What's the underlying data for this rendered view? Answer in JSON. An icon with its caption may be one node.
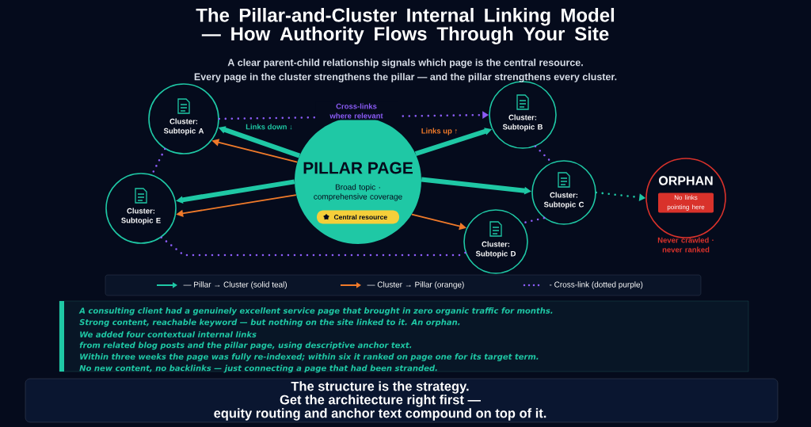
{
  "diagram": {
    "title": "The Pillar-and-Cluster Internal Linking Model — How Authority Flows Through Your Site",
    "nodes": [
      {
        "text": [
          "Cluster: Subtopic A"
        ]
      },
      {
        "text": [
          "Cluster: Subtopic B"
        ]
      },
      {
        "text": [
          "PILLAR PAGE",
          "Broad topic · comprehensive coverage"
        ]
      },
      {
        "text": [
          "Central resource"
        ],
        "in": 2
      },
      {
        "text": [
          "Cluster: Subtopic E"
        ]
      },
      {
        "text": [
          "Cluster: Subtopic C"
        ]
      },
      {
        "text": [
          "ORPHAN"
        ],
        "beside": [
          "Never crawled · never ranked"
        ]
      },
      {
        "text": [
          "No links pointing here"
        ],
        "in": 6
      },
      {
        "text": [
          "Cluster: Subtopic D"
        ]
      }
    ],
    "edges": [
      {
        "from": 2,
        "to": 0,
        "arrow": "to",
        "style": "thick"
      },
      {
        "from": 2,
        "to": 0,
        "arrow": "to",
        "color": "#f07a2a"
      },
      {
        "from": 2,
        "to": 1,
        "arrow": "to",
        "style": "thick"
      },
      {
        "from": 2,
        "to": 5,
        "arrow": "to",
        "style": "thick"
      },
      {
        "from": 2,
        "to": 4,
        "arrow": "to",
        "style": "thick"
      },
      {
        "from": 2,
        "to": 4,
        "arrow": "to",
        "color": "#f07a2a"
      },
      {
        "from": 2,
        "to": 8,
        "arrow": "to",
        "color": "#f07a2a"
      },
      {
        "from": 0,
        "to": 1,
        "arrow": "to",
        "style": "dashed",
        "color": "#8b5cf6",
        "label": "Cross-links where relevant"
      },
      {
        "from": 0,
        "to": 4,
        "arrow": "none",
        "style": "dashed",
        "color": "#8b5cf6"
      },
      {
        "from": 1,
        "to": 5,
        "arrow": "none",
        "style": "dashed",
        "color": "#8b5cf6"
      },
      {
        "from": 5,
        "to": 8,
        "arrow": "none",
        "style": "dashed",
        "color": "#8b5cf6"
      },
      {
        "from": 4,
        "to": 8,
        "arrow": "none",
        "style": "dashed",
        "color": "#8b5cf6"
      },
      {
        "from": 5,
        "to": 6,
        "arrow": "to",
        "style": "dashed"
      }
    ],
    "labels": [
      "A clear parent-child relationship signals which page is the central resource.",
      "Every page in the cluster strengthens the pillar — and the pillar strengthens every cluster.",
      "Links down ↓",
      "Links up ↑",
      "A consulting client had a genuinely excellent service page that brought in zero organic traffic for months.",
      "Strong content, reachable keyword — but nothing on the site linked to it. An orphan.",
      "We added four contextual internal links",
      "from related blog posts and the pillar page, using descriptive anchor text.",
      "Within three weeks the page was fully re-indexed; within six it ranked on page one for its target term.",
      "No new content, no backlinks — just connecting a page that had been stranded.",
      "The structure is the strategy.",
      "Get the architecture right first —",
      "equity routing and anchor text compound on top of it."
    ],
    "legend": [
      {
        "text": "— Pillar → Cluster (solid teal)"
      },
      {
        "text": "— Cluster → Pillar (orange)"
      },
      {
        "text": "- Cross-link (dotted purple)"
      }
    ]
  }
}
